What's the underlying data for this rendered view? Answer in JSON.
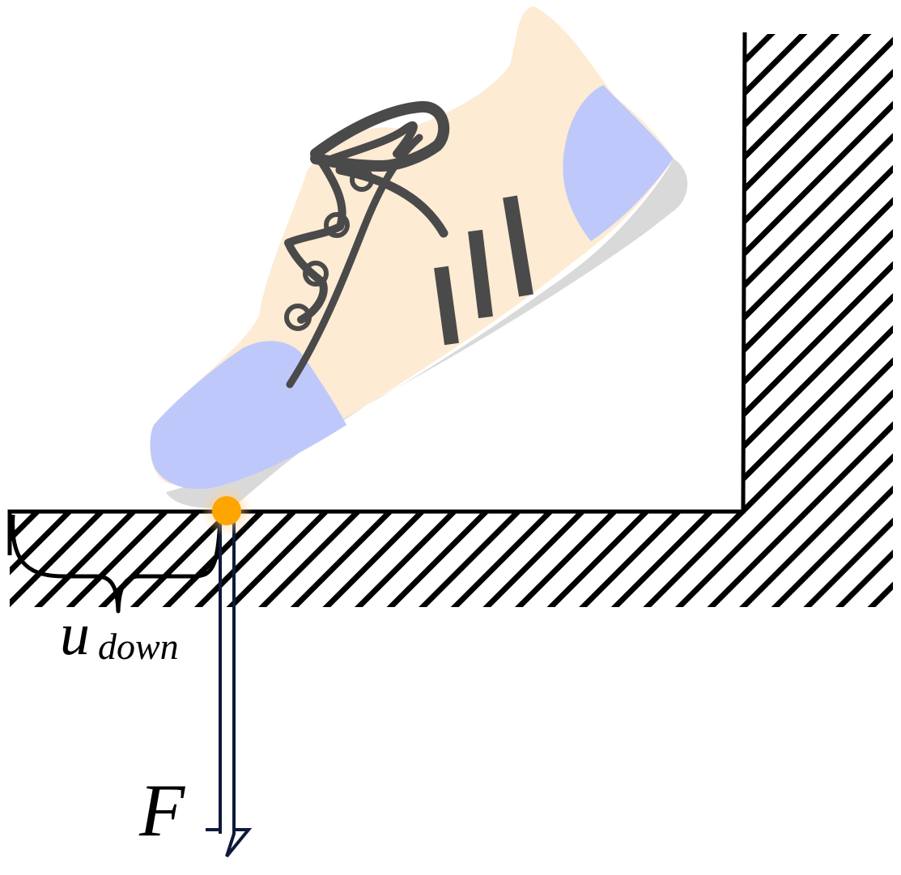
{
  "labels": {
    "displacement_symbol": "u",
    "displacement_subscript": "down",
    "force_symbol": "F"
  },
  "colors": {
    "shoe_upper": "#FDEBD3",
    "shoe_toe_heel": "#BFC8FB",
    "sole": "#D9D9D9",
    "laces_stripes": "#4A4A4A",
    "contact_point": "#FFA500",
    "contact_halo": "#FFD08A",
    "force_arrow": "#0E1A3A",
    "ground_outline": "#000000",
    "hatch": "#000000"
  },
  "icons": {
    "shoe": "sneaker-icon",
    "contact": "contact-point-icon",
    "force": "down-arrow-icon",
    "ground": "hatched-ground",
    "brace": "curly-brace"
  }
}
